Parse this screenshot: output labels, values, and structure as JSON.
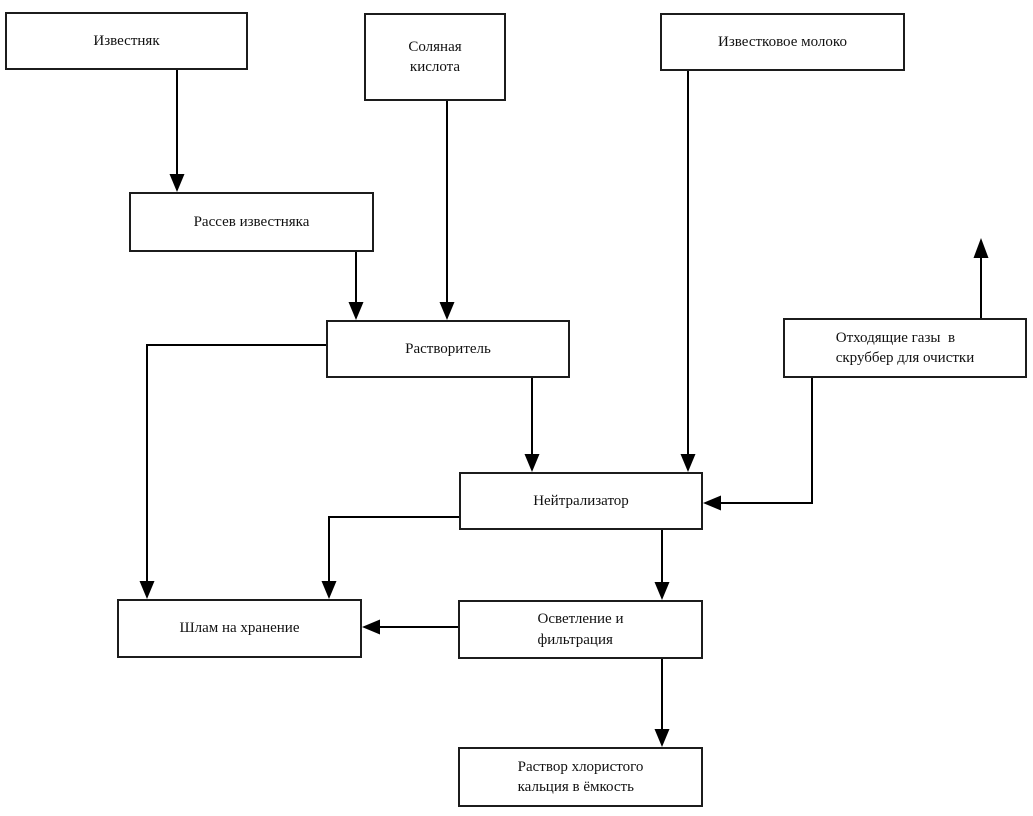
{
  "diagram": {
    "type": "process-flowchart",
    "language": "ru",
    "topic": "Calcium chloride production flow diagram",
    "colors": {
      "background": "#ffffff",
      "box_fill": "#ffffff",
      "box_border": "#1c1c1c",
      "line": "#000000",
      "text": "#111111"
    },
    "nodes": [
      {
        "id": "limestone",
        "label": "Известняк"
      },
      {
        "id": "acid",
        "label": "Соляная\nкислота"
      },
      {
        "id": "limemilk",
        "label": "Известковое молоко"
      },
      {
        "id": "screening",
        "label": "Рассев известняка"
      },
      {
        "id": "dissolver",
        "label": "Растворитель"
      },
      {
        "id": "scrubber",
        "label": "Отходящие газы  в\nскруббер для очистки"
      },
      {
        "id": "neutralizer",
        "label": "Нейтрализатор"
      },
      {
        "id": "sludge",
        "label": "Шлам на хранение"
      },
      {
        "id": "clarification",
        "label": "Осветление и\nфильтрация"
      },
      {
        "id": "tank",
        "label": "Раствор хлористого\nкальция в ёмкость"
      }
    ],
    "edges": [
      {
        "from": "limestone",
        "to": "screening"
      },
      {
        "from": "screening",
        "to": "dissolver"
      },
      {
        "from": "acid",
        "to": "dissolver"
      },
      {
        "from": "limemilk",
        "to": "neutralizer"
      },
      {
        "from": "dissolver",
        "to": "neutralizer"
      },
      {
        "from": "dissolver",
        "to": "sludge"
      },
      {
        "from": "neutralizer",
        "to": "sludge"
      },
      {
        "from": "neutralizer",
        "to": "clarification"
      },
      {
        "from": "clarification",
        "to": "sludge"
      },
      {
        "from": "clarification",
        "to": "tank"
      },
      {
        "from": "scrubber",
        "to": "neutralizer"
      },
      {
        "from": "scrubber",
        "to": "atmosphere-up"
      }
    ]
  }
}
